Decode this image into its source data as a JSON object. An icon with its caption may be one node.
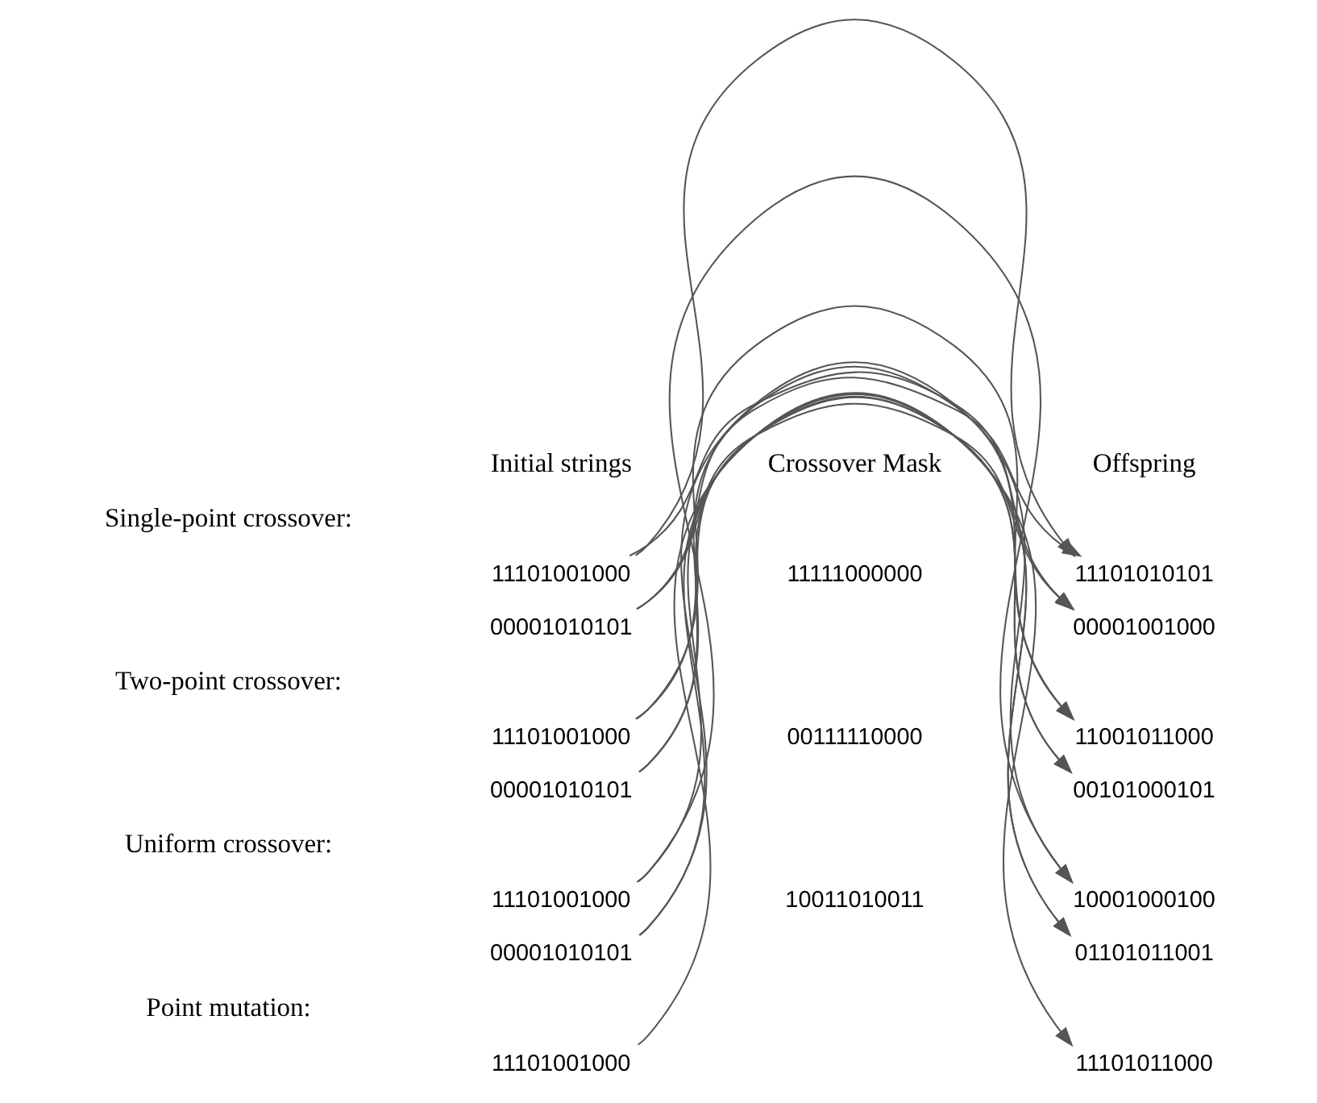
{
  "diagram": {
    "nodes": [
      {
        "text": [
          "11101001000"
        ]
      },
      {
        "text": [
          "00001010101"
        ]
      },
      {
        "text": [
          "11101010101"
        ]
      },
      {
        "text": [
          "00001001000"
        ]
      },
      {
        "text": [
          "11101001000"
        ]
      },
      {
        "text": [
          "00001010101"
        ]
      },
      {
        "text": [
          "11001011000"
        ]
      },
      {
        "text": [
          "00101000101"
        ]
      },
      {
        "text": [
          "11101001000"
        ]
      },
      {
        "text": [
          "00001010101"
        ]
      },
      {
        "text": [
          "10001000100"
        ]
      },
      {
        "text": [
          "01101011001"
        ]
      },
      {
        "text": [
          "11101001000"
        ]
      },
      {
        "text": [
          "11101011000"
        ]
      }
    ],
    "edges": [
      {
        "from": 0,
        "to": 2,
        "arrow": "to"
      },
      {
        "from": 0,
        "to": 3,
        "arrow": "to"
      },
      {
        "from": 1,
        "to": 2,
        "arrow": "to"
      },
      {
        "from": 1,
        "to": 3,
        "arrow": "to"
      },
      {
        "from": 4,
        "to": 6,
        "arrow": "to"
      },
      {
        "from": 4,
        "to": 7,
        "arrow": "to"
      },
      {
        "from": 5,
        "to": 6,
        "arrow": "to"
      },
      {
        "from": 5,
        "to": 7,
        "arrow": "to"
      },
      {
        "from": 8,
        "to": 10,
        "arrow": "to"
      },
      {
        "from": 8,
        "to": 11,
        "arrow": "to"
      },
      {
        "from": 9,
        "to": 10,
        "arrow": "to"
      },
      {
        "from": 9,
        "to": 11,
        "arrow": "to"
      },
      {
        "from": 12,
        "to": 13,
        "arrow": "to"
      }
    ],
    "labels": [
      "Initial strings",
      "Crossover Mask",
      "Offspring",
      "Single-point crossover:",
      "11111000000",
      "Two-point crossover:",
      "00111110000",
      "Uniform crossover:",
      "10011010011",
      "Point mutation:"
    ]
  }
}
